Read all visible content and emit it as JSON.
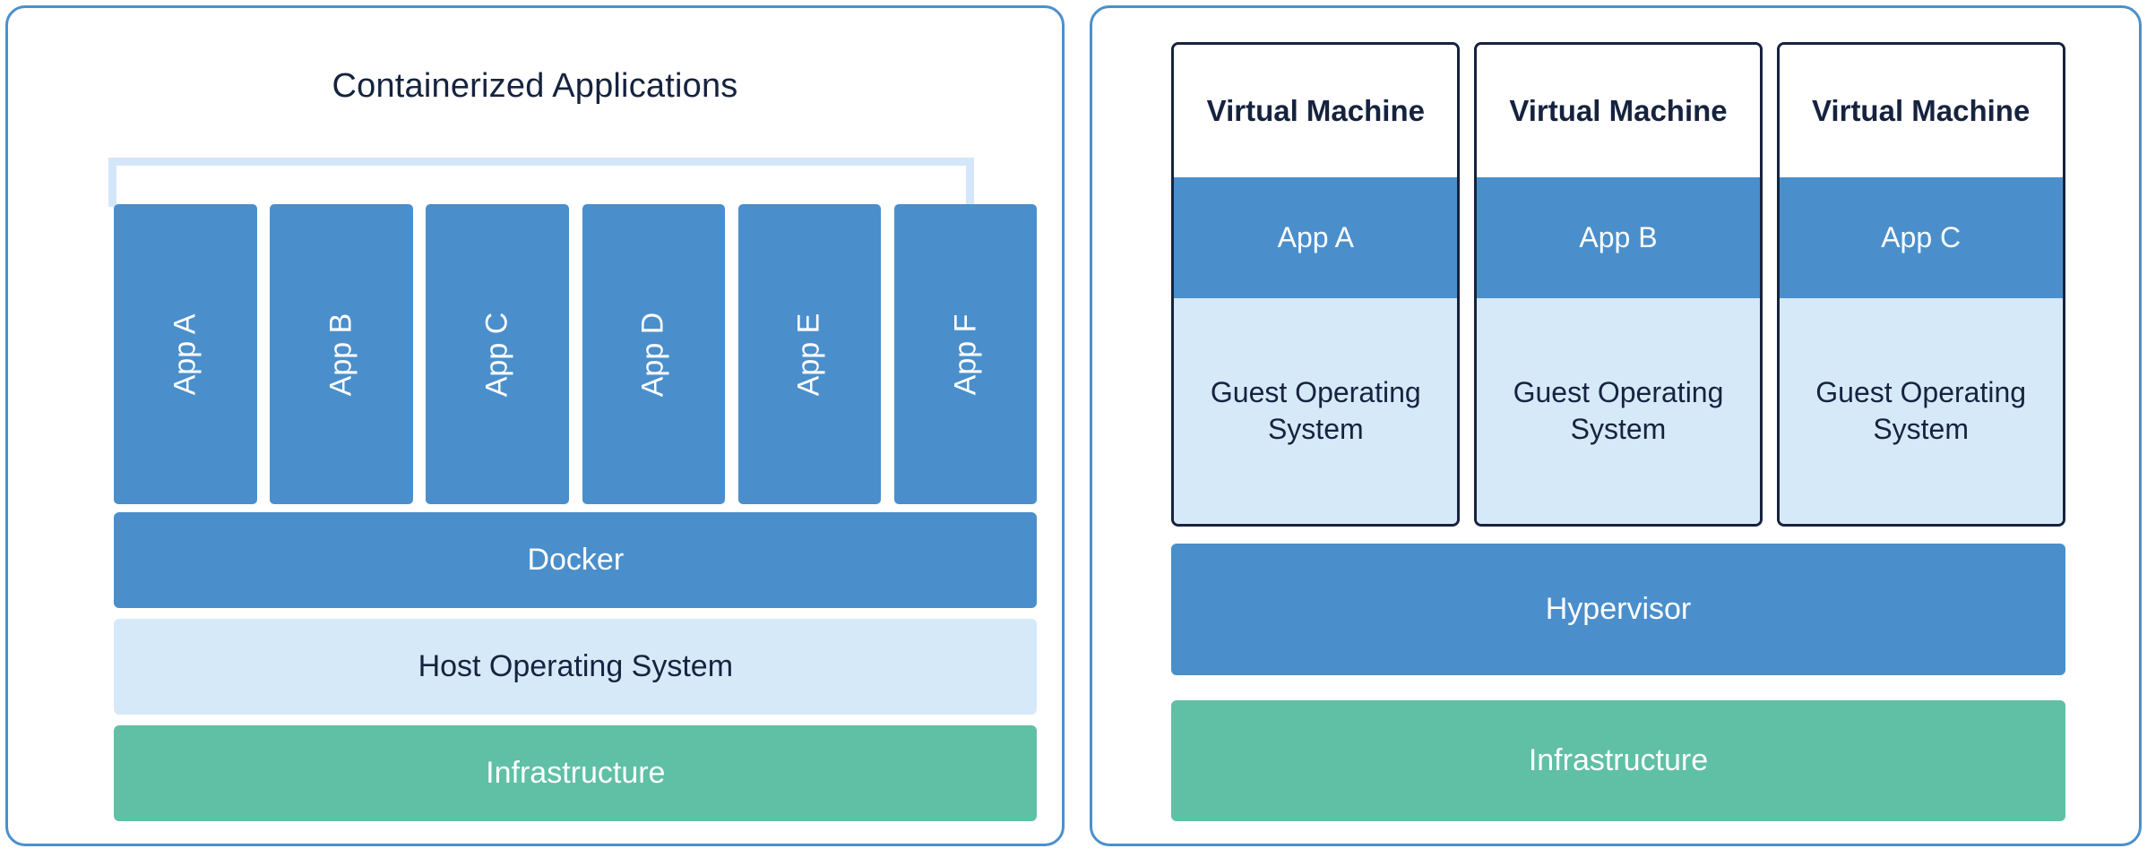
{
  "colors": {
    "panel_border": "#4a90cc",
    "accent_blue": "#4a8fcb",
    "light_blue": "#d6e9f9",
    "bracket_blue": "#d4e7fa",
    "green": "#5fc0a5",
    "dark_text": "#16233f",
    "white_text": "#ffffff",
    "card_border": "#16233f"
  },
  "containers_panel": {
    "title": "Containerized Applications",
    "apps": [
      {
        "label": "App A"
      },
      {
        "label": "App B"
      },
      {
        "label": "App C"
      },
      {
        "label": "App D"
      },
      {
        "label": "App E"
      },
      {
        "label": "App F"
      }
    ],
    "layers": [
      {
        "label": "Docker"
      },
      {
        "label": "Host Operating System"
      },
      {
        "label": "Infrastructure"
      }
    ]
  },
  "vms_panel": {
    "machines": [
      {
        "title": "Virtual Machine",
        "app": "App A",
        "guest_os": "Guest Operating System"
      },
      {
        "title": "Virtual Machine",
        "app": "App B",
        "guest_os": "Guest Operating System"
      },
      {
        "title": "Virtual Machine",
        "app": "App C",
        "guest_os": "Guest Operating System"
      }
    ],
    "layers": [
      {
        "label": "Hypervisor"
      },
      {
        "label": "Infrastructure"
      }
    ]
  }
}
